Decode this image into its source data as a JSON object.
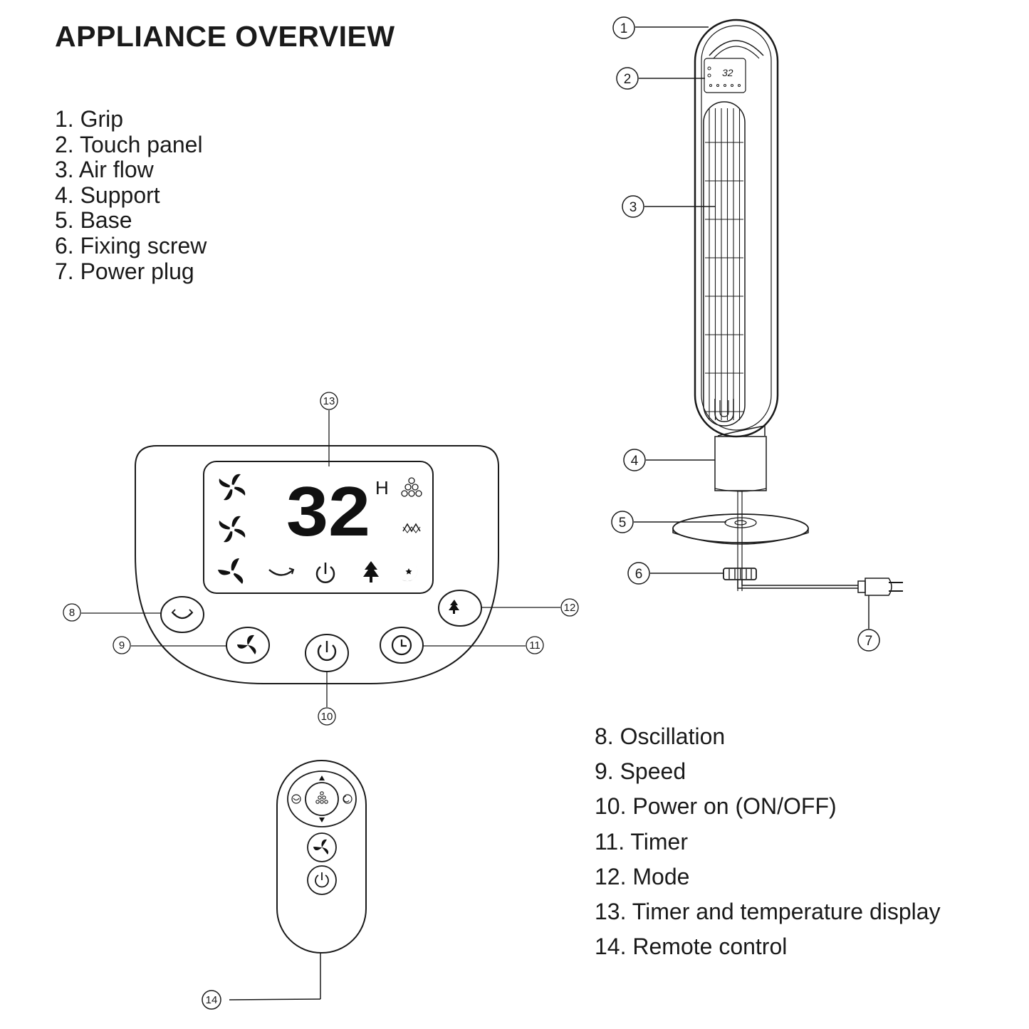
{
  "title": "APPLIANCE OVERVIEW",
  "parts": [
    {
      "number": "1",
      "label": "1. Grip"
    },
    {
      "number": "2",
      "label": "2. Touch panel"
    },
    {
      "number": "3",
      "label": "3. Air flow"
    },
    {
      "number": "4",
      "label": "4. Support"
    },
    {
      "number": "5",
      "label": "5. Base"
    },
    {
      "number": "6",
      "label": "6. Fixing screw"
    },
    {
      "number": "7",
      "label": "7. Power plug"
    }
  ],
  "controls": [
    {
      "number": "8",
      "label": "8. Oscillation"
    },
    {
      "number": "9",
      "label": "9. Speed"
    },
    {
      "number": "10",
      "label": "10. Power on (ON/OFF)"
    },
    {
      "number": "11",
      "label": "11. Timer"
    },
    {
      "number": "12",
      "label": "12. Mode"
    },
    {
      "number": "13",
      "label": "13. Timer and temperature display"
    },
    {
      "number": "14",
      "label": "14. Remote control"
    }
  ],
  "display": {
    "digits": "32",
    "unit": "H",
    "mini_digits": "32"
  },
  "icons": {
    "oscillation": "oscillation-arrow-icon",
    "speed": "pinwheel-fan-icon",
    "power": "power-icon",
    "timer": "clock-icon",
    "mode": "tree-moon-icon",
    "natural": "tree-icon",
    "sleep": "moon-stars-icon"
  }
}
